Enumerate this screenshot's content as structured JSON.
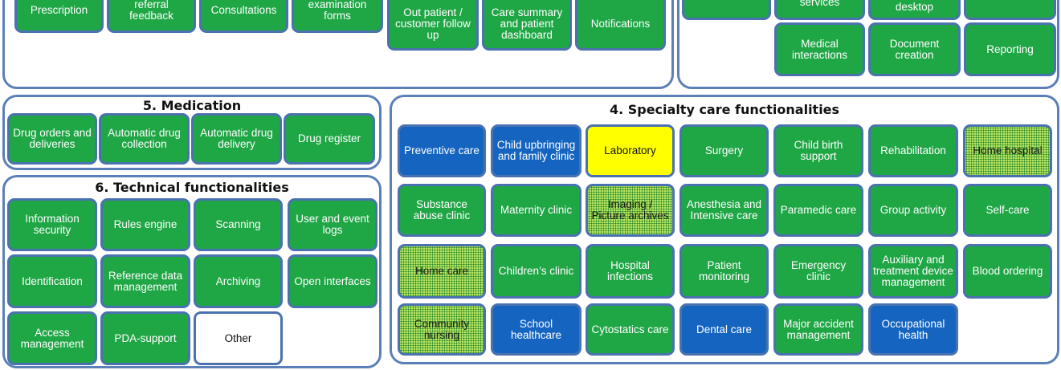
{
  "panel_top_left": {
    "items": [
      {
        "label": "Prescription",
        "style": "green"
      },
      {
        "label": "referral feedback",
        "style": "green"
      },
      {
        "label": "Consultations",
        "style": "green"
      },
      {
        "label": "examination forms",
        "style": "green"
      },
      {
        "label": "Out patient / customer follow up",
        "style": "green"
      },
      {
        "label": "Care summary and patient dashboard",
        "style": "green"
      },
      {
        "label": "Notifications",
        "style": "green"
      }
    ]
  },
  "panel_top_right": {
    "items": [
      {
        "label": "",
        "style": "green"
      },
      {
        "label": "services",
        "style": "green"
      },
      {
        "label": "desktop",
        "style": "green"
      },
      {
        "label": "",
        "style": "green"
      },
      {
        "label": "Medical interactions",
        "style": "green"
      },
      {
        "label": "Document creation",
        "style": "green"
      },
      {
        "label": "Reporting",
        "style": "green"
      }
    ]
  },
  "medication": {
    "title": "5. Medication",
    "items": [
      {
        "label": "Drug orders and deliveries",
        "style": "green"
      },
      {
        "label": "Automatic drug collection",
        "style": "green"
      },
      {
        "label": "Automatic drug delivery",
        "style": "green"
      },
      {
        "label": "Drug register",
        "style": "green"
      }
    ]
  },
  "technical": {
    "title": "6. Technical functionalities",
    "items": [
      {
        "label": "Information security",
        "style": "green"
      },
      {
        "label": "Rules engine",
        "style": "green"
      },
      {
        "label": "Scanning",
        "style": "green"
      },
      {
        "label": "User and event logs",
        "style": "green"
      },
      {
        "label": "Identification",
        "style": "green"
      },
      {
        "label": "Reference data management",
        "style": "green"
      },
      {
        "label": "Archiving",
        "style": "green"
      },
      {
        "label": "Open interfaces",
        "style": "green"
      },
      {
        "label": "Access management",
        "style": "green"
      },
      {
        "label": "PDA-support",
        "style": "green"
      },
      {
        "label": "Other",
        "style": "white"
      }
    ]
  },
  "specialty": {
    "title": "4. Specialty care functionalities",
    "items": [
      {
        "label": "Preventive care",
        "style": "blue"
      },
      {
        "label": "Child upbringing and family clinic",
        "style": "blue"
      },
      {
        "label": "Laboratory",
        "style": "yellow"
      },
      {
        "label": "Surgery",
        "style": "green"
      },
      {
        "label": "Child birth support",
        "style": "green"
      },
      {
        "label": "Rehabilitation",
        "style": "green"
      },
      {
        "label": "Home hospital",
        "style": "dotted"
      },
      {
        "label": "Substance abuse clinic",
        "style": "green"
      },
      {
        "label": "Maternity clinic",
        "style": "green"
      },
      {
        "label": "Imaging / Picture archives",
        "style": "dotted"
      },
      {
        "label": "Anesthesia and Intensive care",
        "style": "green"
      },
      {
        "label": "Paramedic care",
        "style": "green"
      },
      {
        "label": "Group activity",
        "style": "green"
      },
      {
        "label": "Self-care",
        "style": "green"
      },
      {
        "label": "Home care",
        "style": "dotted"
      },
      {
        "label": "Children’s clinic",
        "style": "green"
      },
      {
        "label": "Hospital infections",
        "style": "green"
      },
      {
        "label": "Patient monitoring",
        "style": "green"
      },
      {
        "label": "Emergency clinic",
        "style": "green"
      },
      {
        "label": "Auxiliary and treatment device management",
        "style": "green"
      },
      {
        "label": "Blood ordering",
        "style": "green"
      },
      {
        "label": "Community nursing",
        "style": "dotted"
      },
      {
        "label": "School healthcare",
        "style": "blue"
      },
      {
        "label": "Cytostatics care",
        "style": "green"
      },
      {
        "label": "Dental care",
        "style": "blue"
      },
      {
        "label": "Major accident management",
        "style": "green"
      },
      {
        "label": "Occupational health",
        "style": "blue"
      }
    ]
  },
  "colors": {
    "green": "#1fa645",
    "blue": "#1565c0",
    "yellow": "#ffff00",
    "dotted": "#9ad34a",
    "border": "#4a72b0"
  }
}
